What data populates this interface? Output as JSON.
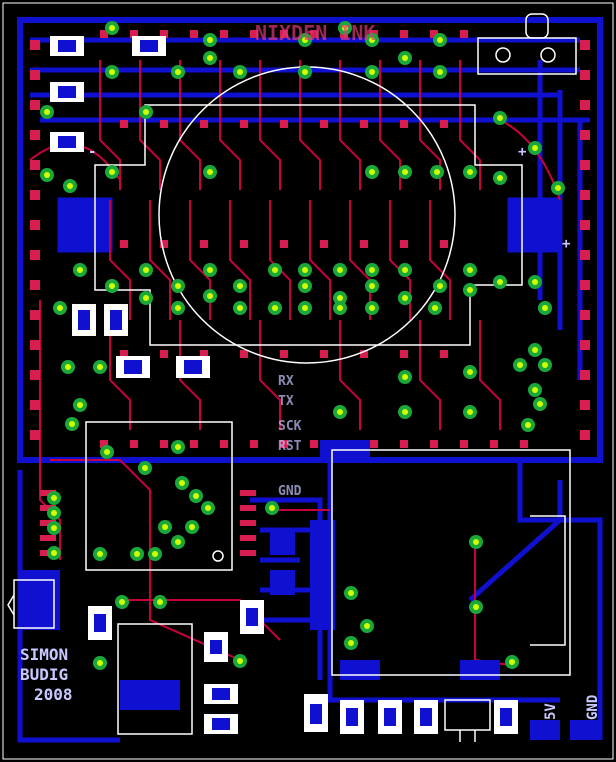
{
  "board": {
    "top_label": "NIXDEN INK",
    "left_credit_lines": [
      "SIMON",
      "BUDIG",
      "2008"
    ],
    "right_labels": [
      "5V",
      "GND"
    ],
    "mid_labels": [
      "RX",
      "TX",
      "SCK",
      "RST",
      "GND"
    ],
    "right_pad_labels": [
      "+",
      "+",
      "-"
    ]
  },
  "colors": {
    "background": "#000000",
    "top_copper": "#c8003c",
    "bottom_copper": "#1010d0",
    "pad": "#d81e50",
    "via_ring": "#1aa83a",
    "via_hole": "#d0ff00",
    "silkscreen": "#ffffff"
  }
}
